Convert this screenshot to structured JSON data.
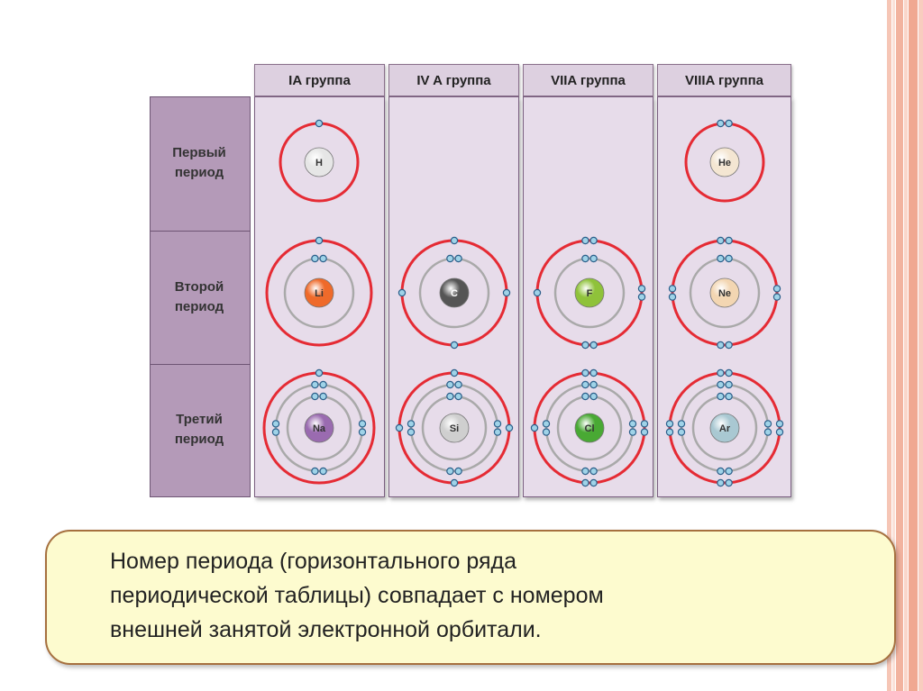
{
  "columns": [
    "IA группа",
    "IV A группа",
    "VIIA группа",
    "VIIIA группа"
  ],
  "rows": [
    {
      "line1": "Первый",
      "line2": "период"
    },
    {
      "line1": "Второй",
      "line2": "период"
    },
    {
      "line1": "Третий",
      "line2": "период"
    }
  ],
  "atoms": [
    {
      "symbol": "H",
      "shells": [
        1
      ],
      "color": "#e6e6e6"
    },
    {
      "symbol": "He",
      "shells": [
        2
      ],
      "color": "#f4e6d2"
    },
    {
      "symbol": "Li",
      "shells": [
        2,
        1
      ],
      "color": "#ef6a2a"
    },
    {
      "symbol": "C",
      "shells": [
        2,
        4
      ],
      "color": "#555555"
    },
    {
      "symbol": "F",
      "shells": [
        2,
        7
      ],
      "color": "#8fc23a"
    },
    {
      "symbol": "Ne",
      "shells": [
        2,
        8
      ],
      "color": "#f3d6b2"
    },
    {
      "symbol": "Na",
      "shells": [
        2,
        8,
        1
      ],
      "color": "#9a6bb0"
    },
    {
      "symbol": "Si",
      "shells": [
        2,
        8,
        4
      ],
      "color": "#cfcfcf"
    },
    {
      "symbol": "Cl",
      "shells": [
        2,
        8,
        7
      ],
      "color": "#49a934"
    },
    {
      "symbol": "Ar",
      "shells": [
        2,
        8,
        8
      ],
      "color": "#a9c8d2"
    }
  ],
  "colors": {
    "outer_shell": "#e52b34",
    "inner_shell": "#a9a9a9",
    "electron": "#9fd3e8",
    "electron_edge": "#2b5f8a"
  },
  "note": {
    "line1": "Номер периода (горизонтального ряда",
    "line2": "периодической таблицы) совпадает с номером",
    "line3": "внешней занятой электронной орбитали."
  }
}
